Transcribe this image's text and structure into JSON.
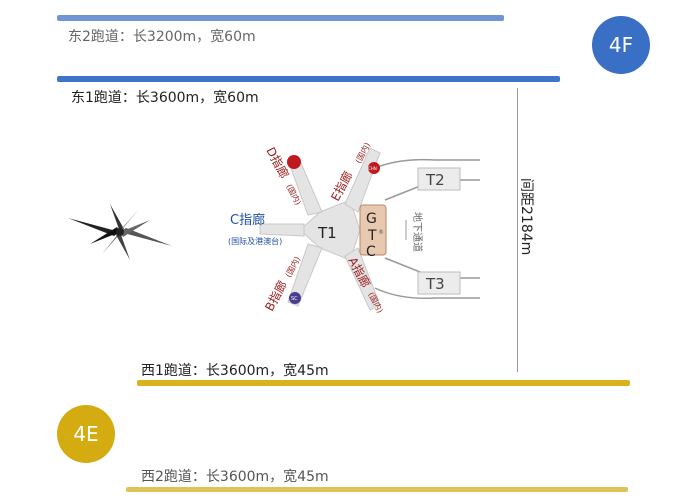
{
  "runways": {
    "east2": {
      "label": "东2跑道：长3200m，宽60m",
      "color": "#6f95d6"
    },
    "east1": {
      "label": "东1跑道：长3600m，宽60m",
      "color": "#3f74c9"
    },
    "west1": {
      "label": "西1跑道：长3600m，宽45m",
      "color": "#d9b21d"
    },
    "west2": {
      "label": "西2跑道：长3600m，宽45m",
      "color": "#e0c25a"
    }
  },
  "badges": {
    "f4": {
      "label": "4F",
      "color": "#3a6fc6"
    },
    "e4": {
      "label": "4E",
      "color": "#d4ac12"
    }
  },
  "distance": {
    "label": "间距2184m"
  },
  "terminal": {
    "t1": "T1",
    "t2": "T2",
    "t3": "T3",
    "gtc_g": "G",
    "gtc_t": "T",
    "gtc_c": "C",
    "gtc_mark": "®",
    "tunnel": "地下通道",
    "c_pier": "C指廊",
    "c_pier_sub": "(国际及港澳台)",
    "d_pier_top": "D指廊",
    "d_pier_top_sub": "(国内)",
    "e_pier": "E指廊",
    "e_pier_sub": "(国内)",
    "b_pier": "B指廊",
    "b_pier_sub": "(国内)",
    "a_pier": "A指廊",
    "a_pier_sub": "(国内)",
    "e_dot": "CHN",
    "b_dot": "SC"
  },
  "colors": {
    "pier_label": "#9c1c1c",
    "c_pier_label": "#1f4fa3"
  }
}
